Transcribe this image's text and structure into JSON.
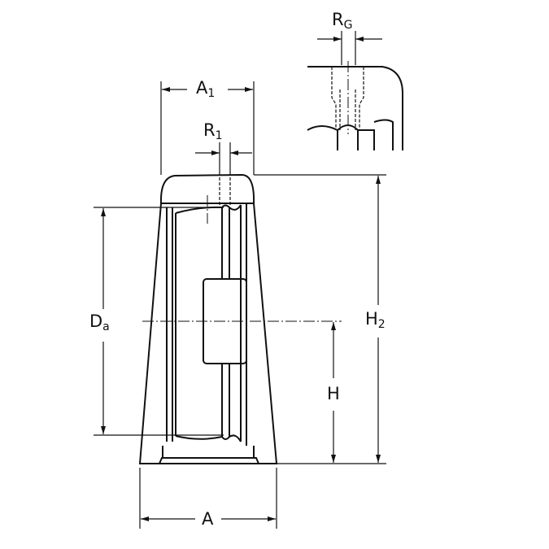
{
  "labels": {
    "A1": {
      "base": "A",
      "sub": "1"
    },
    "R1": {
      "base": "R",
      "sub": "1"
    },
    "RG": {
      "base": "R",
      "sub": "G"
    },
    "Da": {
      "base": "D",
      "sub": "a"
    },
    "H2": {
      "base": "H",
      "sub": "2"
    },
    "H": {
      "base": "H"
    },
    "A": {
      "base": "A"
    }
  }
}
